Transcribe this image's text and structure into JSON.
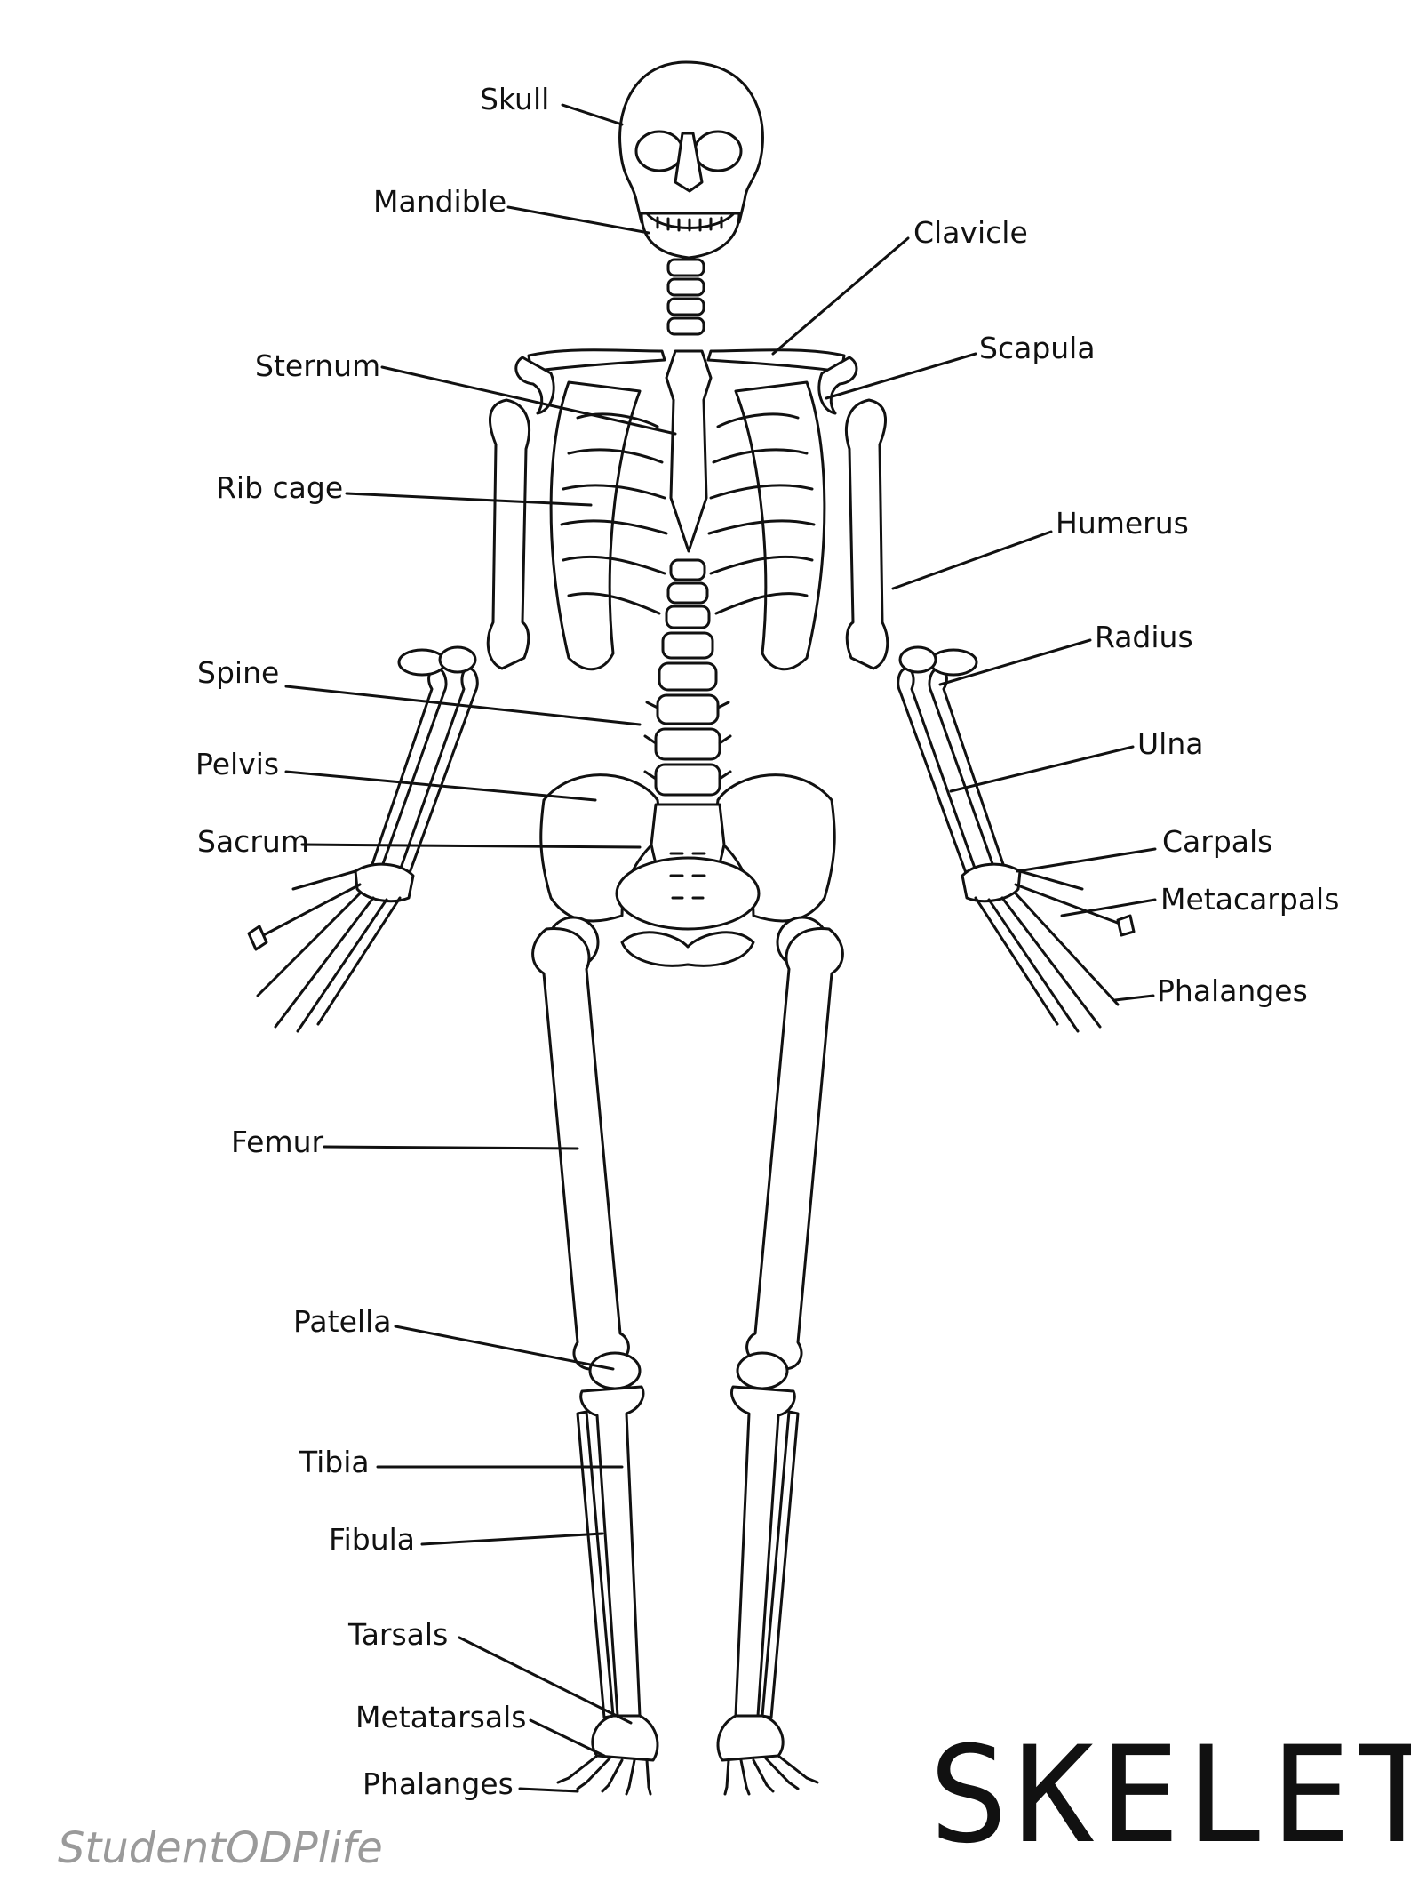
{
  "title": "SKELETON",
  "watermark": "StudentODPlife",
  "labels": {
    "skull": "Skull",
    "mandible": "Mandible",
    "clavicle": "Clavicle",
    "sternum": "Sternum",
    "scapula": "Scapula",
    "rib_cage": "Rib cage",
    "humerus": "Humerus",
    "radius": "Radius",
    "spine": "Spine",
    "pelvis": "Pelvis",
    "ulna": "Ulna",
    "sacrum": "Sacrum",
    "carpals": "Carpals",
    "metacarpals": "Metacarpals",
    "phalanges_hand": "Phalanges",
    "femur": "Femur",
    "patella": "Patella",
    "tibia": "Tibia",
    "fibula": "Fibula",
    "tarsals": "Tarsals",
    "metatarsals": "Metatarsals",
    "phalanges_foot": "Phalanges"
  }
}
